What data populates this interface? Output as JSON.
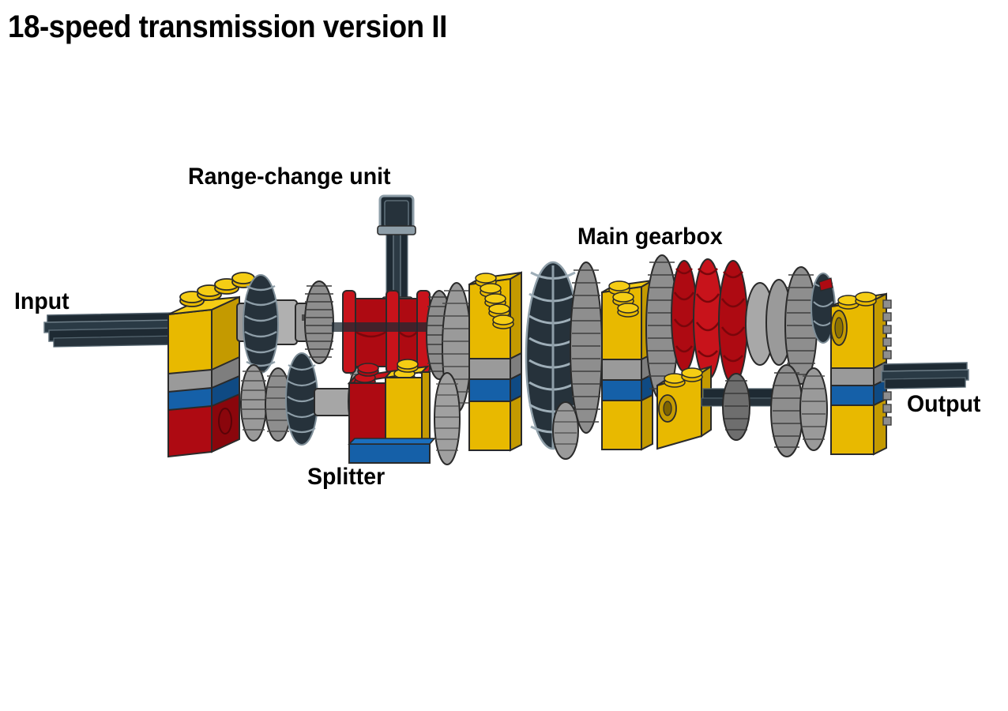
{
  "title": "18-speed transmission version II",
  "labels": {
    "range_change": "Range-change unit",
    "main_gearbox": "Main gearbox",
    "input": "Input",
    "splitter": "Splitter",
    "output": "Output"
  },
  "colors": {
    "background": "#ffffff",
    "text": "#000000",
    "yellow": "#E8B900",
    "yellow_light": "#F5CD14",
    "yellow_dark": "#C49A00",
    "blue": "#1560A8",
    "blue_dark": "#0F4A83",
    "red": "#AE0A12",
    "red_dark": "#8A060C",
    "red_light": "#C8131B",
    "gray": "#9A9A9A",
    "gray_light": "#B8B8B8",
    "gray_dark": "#6E6E6E",
    "navy": "#1E2A33",
    "navy_light": "#33424D",
    "outline": "#2A2A2A"
  },
  "diagram": {
    "type": "lego-technic-gearbox-render",
    "subject": "LEGO Technic 18-speed truck transmission",
    "view": "side elevation, left-to-right power flow",
    "sections_left_to_right": [
      "input shaft",
      "range-change unit",
      "splitter",
      "main gearbox",
      "output shaft"
    ]
  }
}
